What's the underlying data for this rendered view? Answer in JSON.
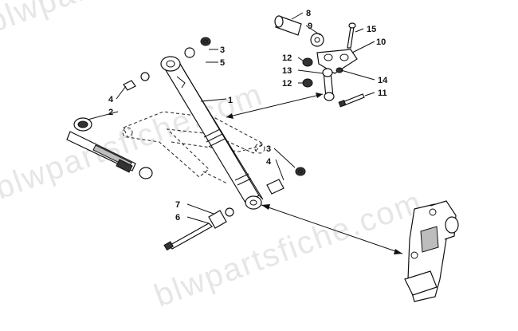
{
  "watermark": "blwpartsfiche.com",
  "callouts": {
    "c1": "1",
    "c2": "2",
    "c3a": "3",
    "c3b": "3",
    "c4a": "4",
    "c4b": "4",
    "c5": "5",
    "c6": "6",
    "c7": "7",
    "c8": "8",
    "c9": "9",
    "c10": "10",
    "c11": "11",
    "c12a": "12",
    "c12b": "12",
    "c13": "13",
    "c14": "14",
    "c15": "15"
  },
  "colors": {
    "line": "#111111",
    "shade": "#bdbdbd",
    "watermark": "#e6e6e6"
  }
}
